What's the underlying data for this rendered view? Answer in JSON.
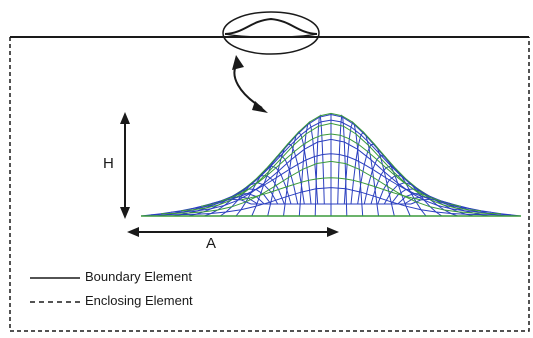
{
  "labels": {
    "height": "H",
    "width": "A"
  },
  "legend": {
    "boundary": "Boundary Element",
    "enclosing": "Enclosing Element"
  },
  "colors": {
    "line": "#1a1a1a",
    "mesh_blue": "#2b3fbf",
    "mesh_green": "#3a9a3a",
    "background": "#ffffff"
  }
}
